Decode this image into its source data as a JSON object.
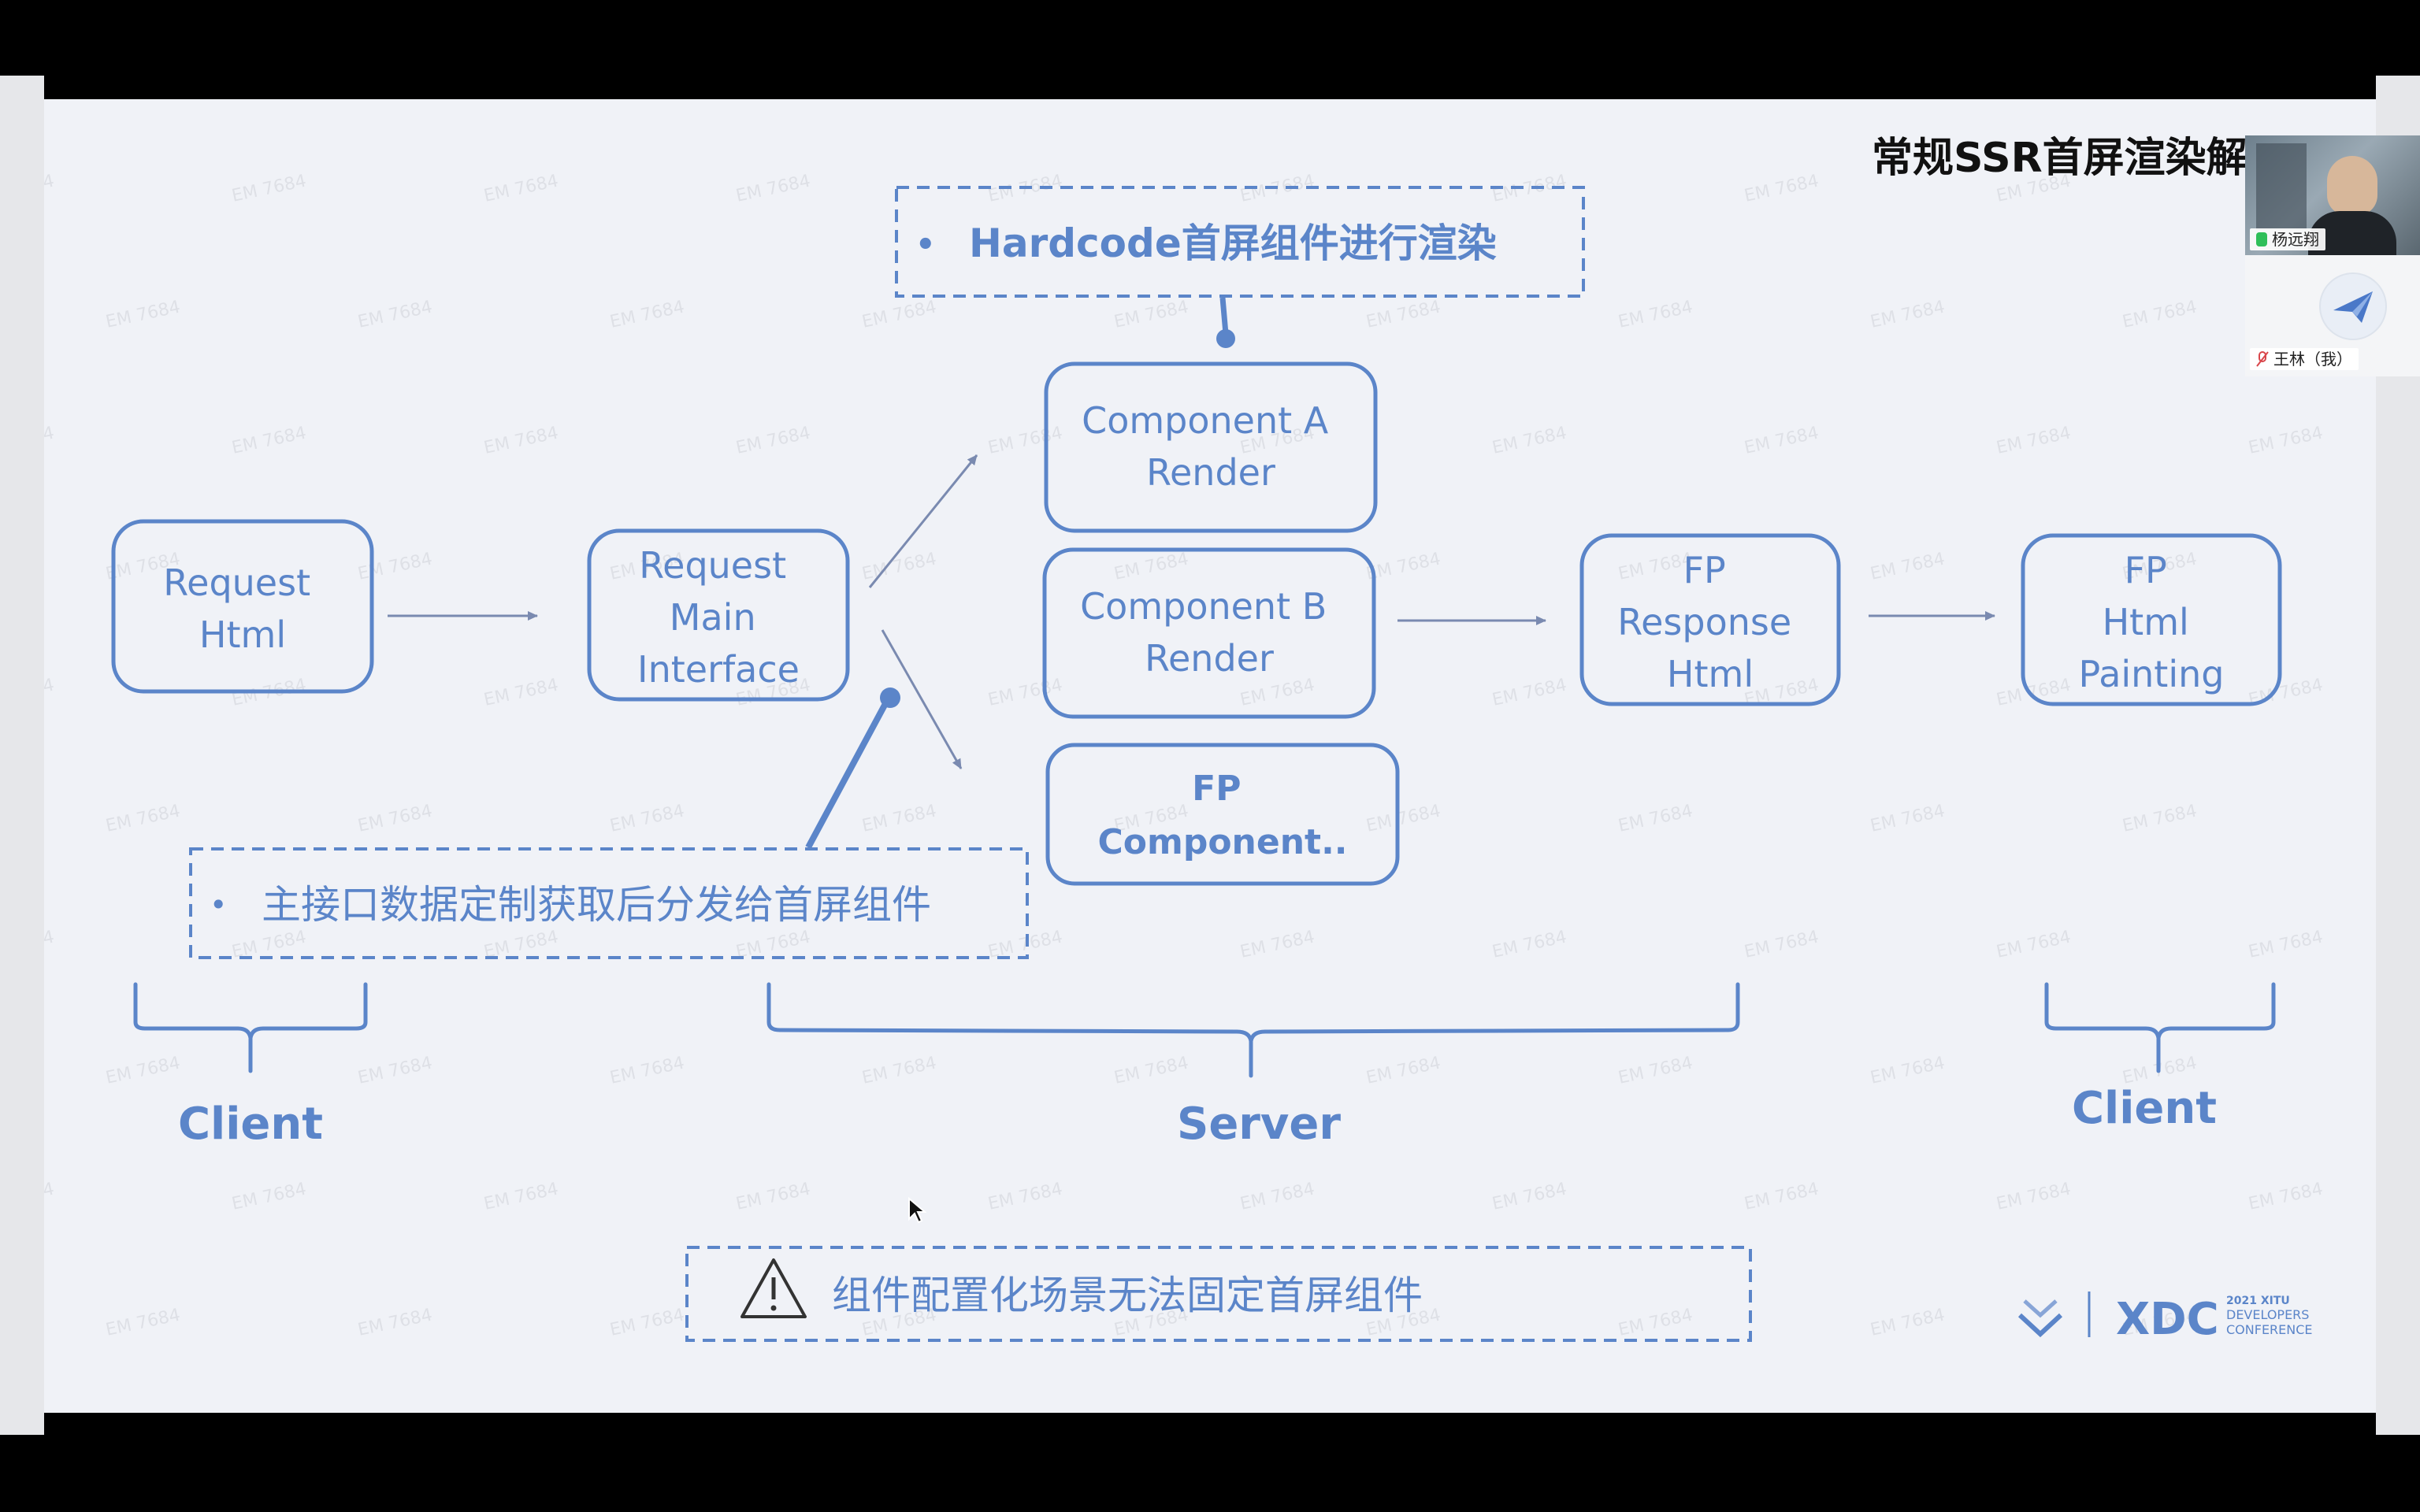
{
  "slide": {
    "title": "常规SSR首屏渲染解",
    "top_note": {
      "bullet": "•",
      "text": "Hardcode首屏组件进行渲染"
    },
    "left_note": {
      "bullet": "•",
      "text": "主接口数据定制获取后分发给首屏组件"
    },
    "warning_note": {
      "text": "组件配置化场景无法固定首屏组件"
    },
    "boxes": {
      "request_html": [
        "Request",
        "Html"
      ],
      "request_main_interface": [
        "Request",
        "Main",
        "Interface"
      ],
      "component_a": [
        "Component A",
        "Render"
      ],
      "component_b": [
        "Component B",
        "Render"
      ],
      "fp_component": [
        "FP",
        "Component.."
      ],
      "fp_response_html": [
        "FP",
        "Response",
        "Html"
      ],
      "fp_html_painting": [
        "FP",
        "Html",
        "Painting"
      ]
    },
    "groups": {
      "client_left": "Client",
      "server": "Server",
      "client_right": "Client"
    },
    "logo": {
      "brand": "XDC",
      "line1": "2021 XITU",
      "line2": "DEVELOPERS",
      "line3": "CONFERENCE"
    },
    "watermark": "EM 7684"
  },
  "participants": [
    {
      "name": "杨远翔",
      "mic": "on"
    },
    {
      "name": "王林（我）",
      "mic": "muted"
    }
  ],
  "colors": {
    "diagram": "#5b85c9",
    "slide_bg": "#f0f2f7",
    "arrow": "#7a8ab0",
    "title": "#111111"
  }
}
